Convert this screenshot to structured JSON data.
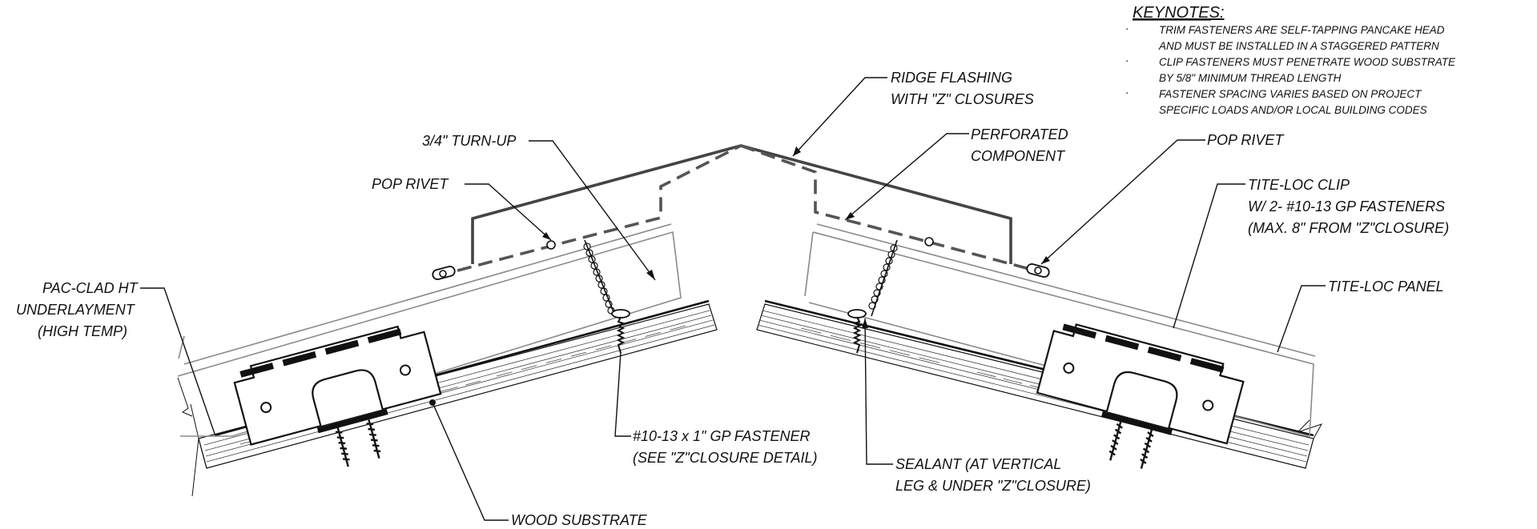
{
  "keynotes": {
    "title": "KEYNOTES:",
    "bullet": "·",
    "lines": [
      "TRIM FASTENERS ARE SELF-TAPPING PANCAKE HEAD",
      "AND MUST BE INSTALLED IN A STAGGERED PATTERN",
      "CLIP FASTENERS MUST PENETRATE WOOD SUBSTRATE",
      "BY 5/8\" MINIMUM THREAD LENGTH",
      "FASTENER SPACING VARIES BASED ON PROJECT",
      "SPECIFIC LOADS AND/OR LOCAL BUILDING CODES"
    ]
  },
  "labels": {
    "ridge_flashing": [
      "RIDGE FLASHING",
      "WITH \"Z\" CLOSURES"
    ],
    "turn_up": "3/4\" TURN-UP",
    "pop_rivet_left": "POP RIVET",
    "perforated": [
      "PERFORATED",
      "COMPONENT"
    ],
    "pop_rivet_right": "POP RIVET",
    "tite_loc_clip": [
      "TITE-LOC CLIP",
      "W/ 2-  #10-13 GP  FASTENERS",
      "(MAX. 8\" FROM \"Z\"CLOSURE)"
    ],
    "underlayment": [
      "PAC-CLAD HT",
      "UNDERLAYMENT",
      "(HIGH TEMP)"
    ],
    "tite_loc_panel": "TITE-LOC PANEL",
    "gp_fastener": [
      "#10-13 x 1\" GP FASTENER",
      "(SEE \"Z\"CLOSURE DETAIL)"
    ],
    "sealant": [
      "SEALANT (AT VERTICAL",
      "LEG & UNDER \"Z\"CLOSURE)"
    ],
    "wood_substrate": "WOOD SUBSTRATE"
  }
}
